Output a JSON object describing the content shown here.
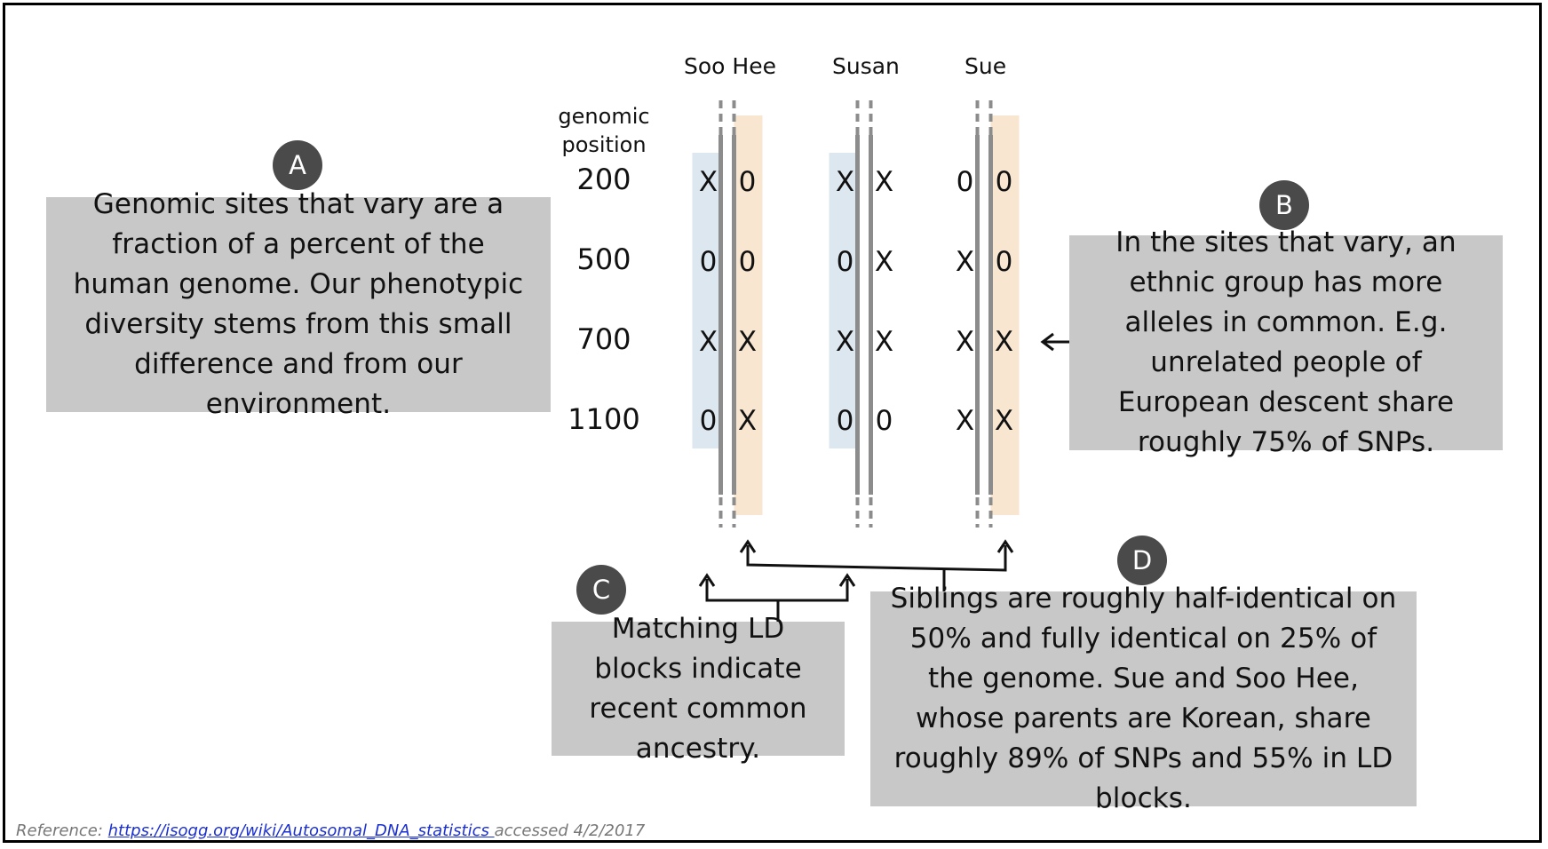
{
  "individuals": [
    {
      "name": "Soo Hee",
      "left": [
        "X",
        "0",
        "X",
        "0"
      ],
      "right": [
        "0",
        "0",
        "X",
        "X"
      ],
      "left_highlight": "blue",
      "right_highlight": "orange"
    },
    {
      "name": "Susan",
      "left": [
        "X",
        "0",
        "X",
        "0"
      ],
      "right": [
        "X",
        "X",
        "X",
        "0"
      ],
      "left_highlight": "blue",
      "right_highlight": "none"
    },
    {
      "name": "Sue",
      "left": [
        "0",
        "X",
        "X",
        "X"
      ],
      "right": [
        "0",
        "0",
        "X",
        "X"
      ],
      "left_highlight": "none",
      "right_highlight": "orange"
    }
  ],
  "position_header": "genomic position",
  "position_header_lines": [
    "genomic",
    "position"
  ],
  "positions": [
    "200",
    "500",
    "700",
    "1100"
  ],
  "colors": {
    "blue_highlight": "#dde7ef",
    "orange_highlight": "#f9e6d0",
    "box": "#c8c8c8",
    "badge": "#4a4a4a",
    "strand": "#8c8c8c"
  },
  "boxes": {
    "A": {
      "badge": "A",
      "text": "Genomic sites that vary are a fraction of a percent of the human genome. Our phenotypic diversity stems from this small difference and from our environment."
    },
    "B": {
      "badge": "B",
      "text": "In the sites that vary, an ethnic group has more alleles in common. E.g. unrelated people of European descent share roughly 75% of SNPs."
    },
    "C": {
      "badge": "C",
      "text": "Matching LD blocks indicate recent common ancestry."
    },
    "D": {
      "badge": "D",
      "text": "Siblings are roughly half-identical on 50% and fully identical on 25% of the genome. Sue and Soo Hee, whose parents are Korean, share roughly 89% of SNPs and 55% in LD blocks."
    }
  },
  "reference": {
    "prefix": "Reference: ",
    "link": "https://isogg.org/wiki/Autosomal_DNA_statistics ",
    "suffix": "accessed 4/2/2017"
  }
}
